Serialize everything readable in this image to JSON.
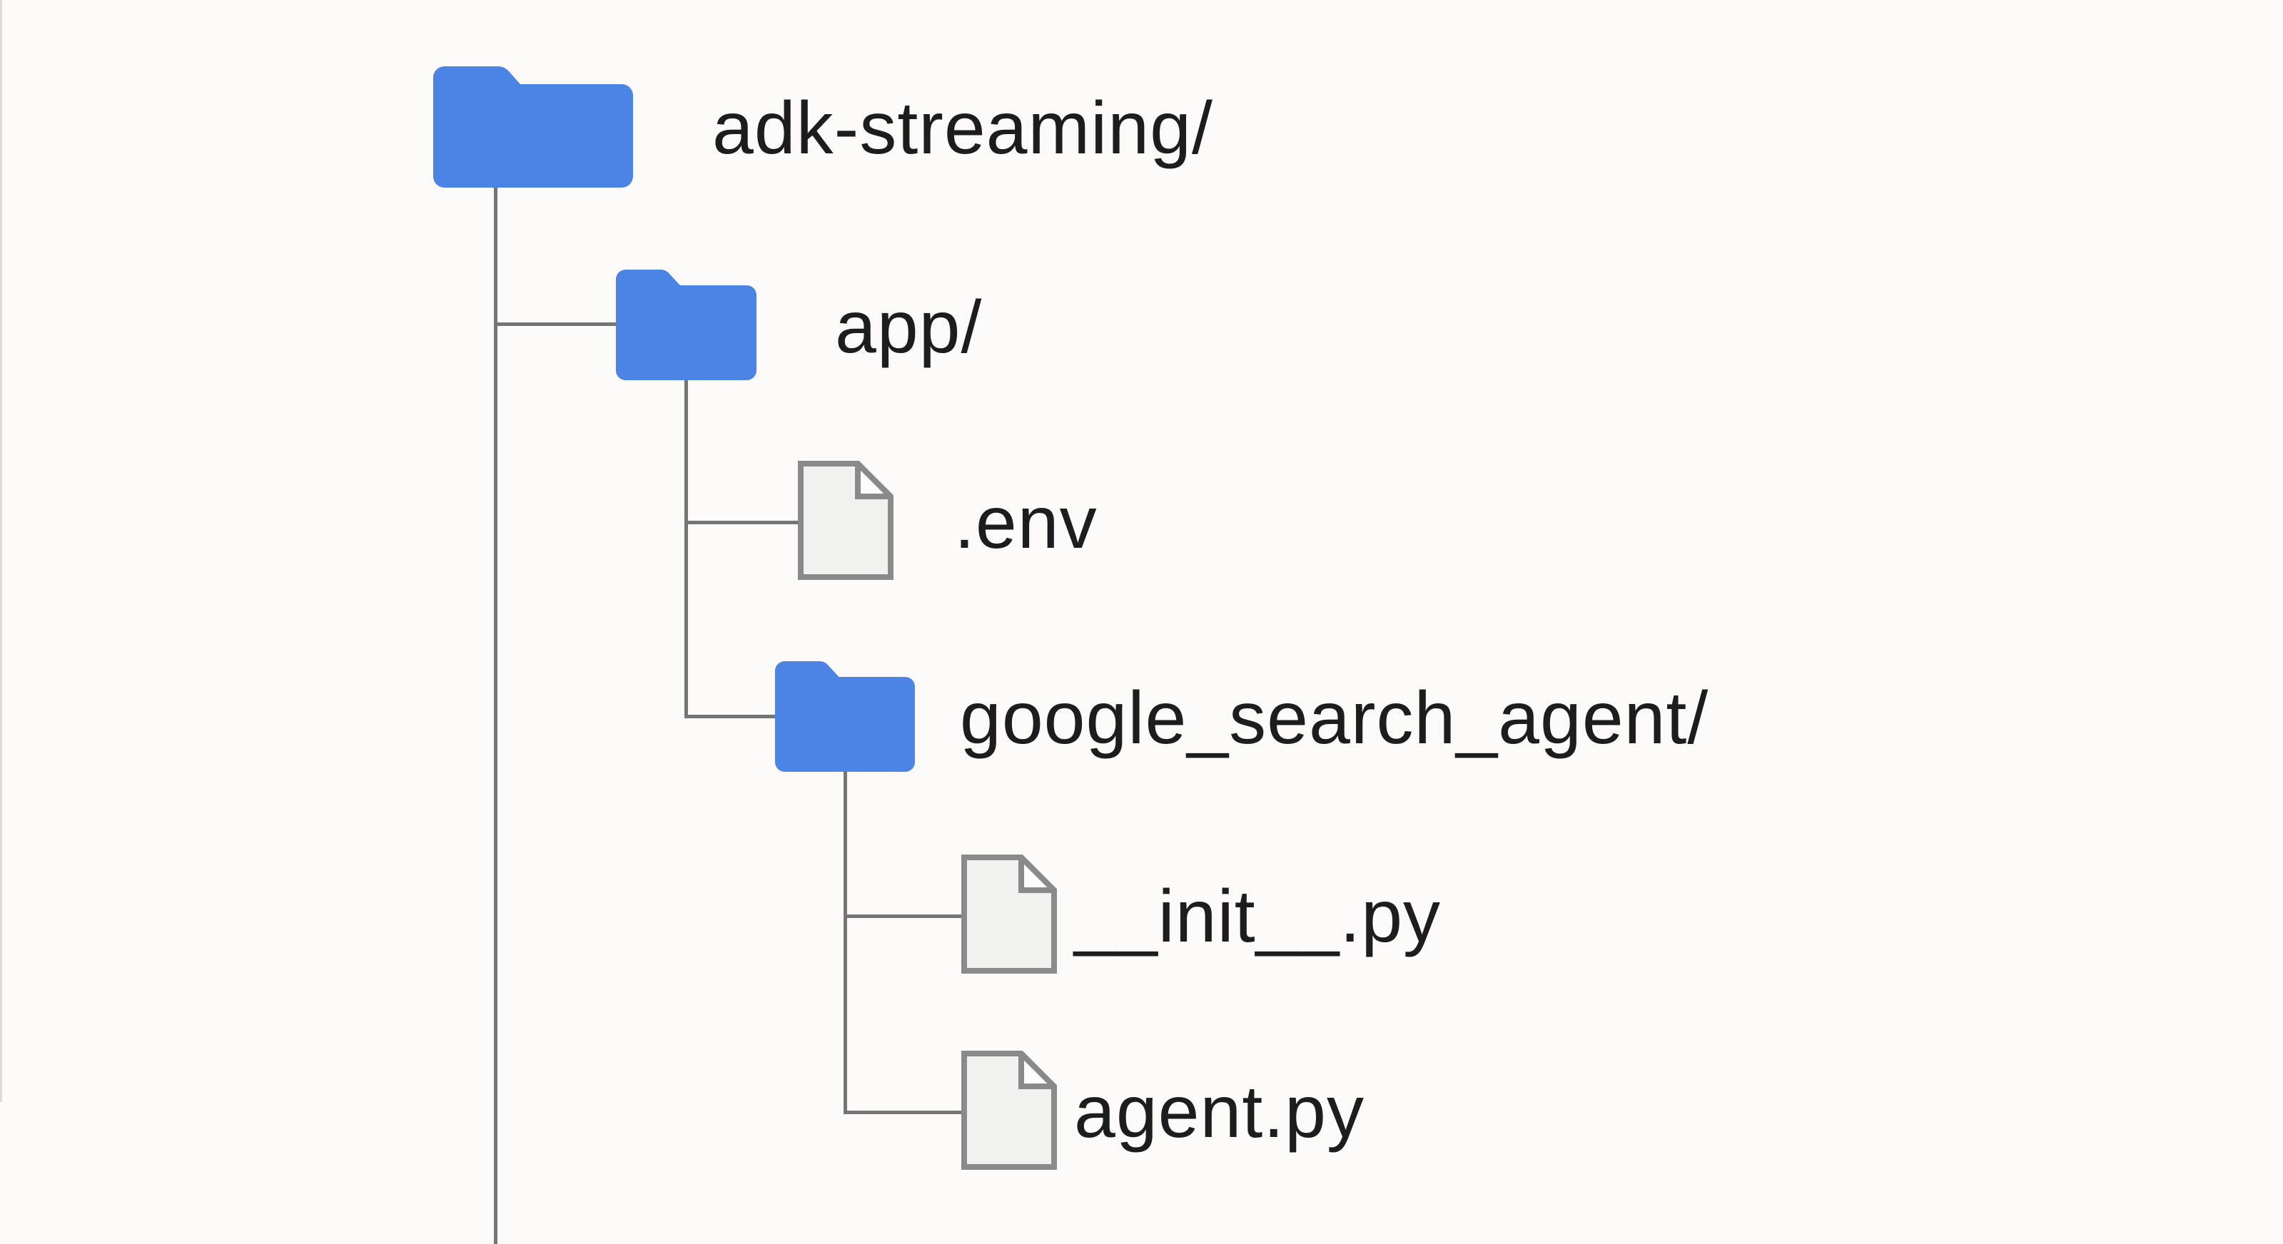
{
  "diagram": {
    "title": "project directory structure",
    "colors": {
      "page_bg": "#fbfaf8",
      "folder_blue": "#4b84e4",
      "line_gray": "#757575",
      "file_fill": "#f1f1ef",
      "file_fold": "#fcfcfb",
      "file_border": "#8a8a8a",
      "text_color": "#1d1d1d",
      "edge_line": "#d8d7d4"
    },
    "tree": {
      "nodes": [
        {
          "label": "adk-streaming/",
          "type": "folder",
          "depth": 0,
          "icon": "folder-icon"
        },
        {
          "label": "app/",
          "type": "folder",
          "depth": 1,
          "icon": "folder-icon"
        },
        {
          "label": ".env",
          "type": "file",
          "depth": 2,
          "icon": "file-icon"
        },
        {
          "label": "google_search_agent/",
          "type": "folder",
          "depth": 2,
          "icon": "folder-icon"
        },
        {
          "label": "__init__.py",
          "type": "file",
          "depth": 3,
          "icon": "file-icon"
        },
        {
          "label": "agent.py",
          "type": "file",
          "depth": 3,
          "icon": "file-icon"
        }
      ]
    }
  }
}
